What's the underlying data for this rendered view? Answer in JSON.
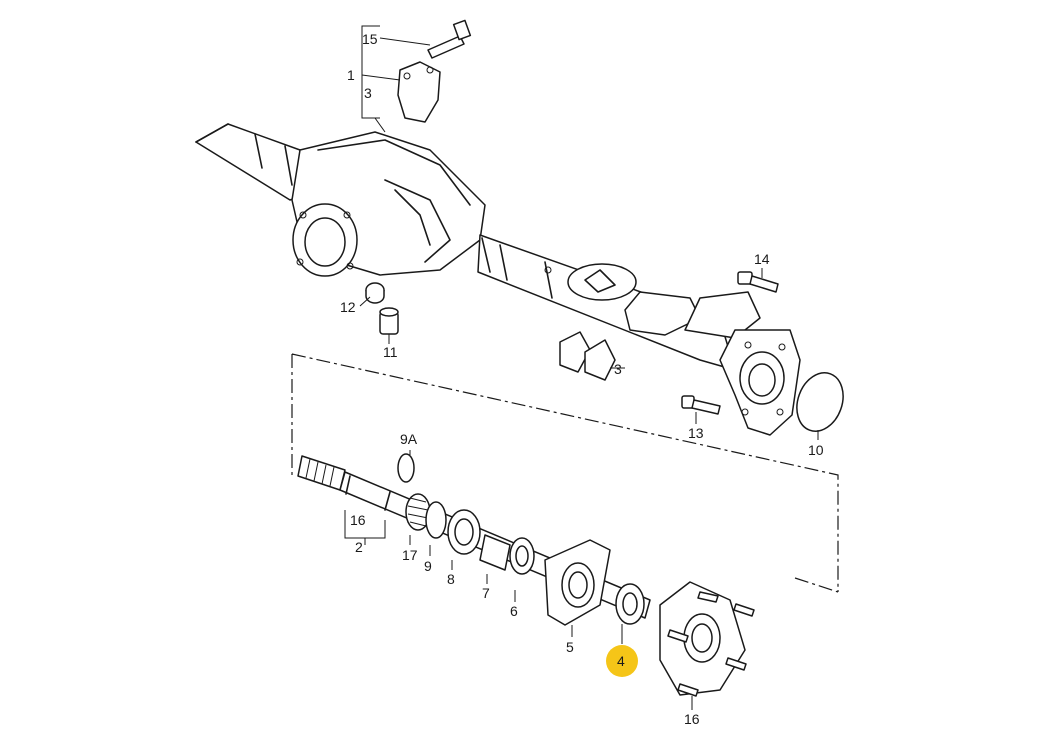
{
  "diagram": {
    "highlight_color": "#f5c518",
    "labels": [
      {
        "id": "15",
        "text": "15"
      },
      {
        "id": "1",
        "text": "1"
      },
      {
        "id": "3a",
        "text": "3"
      },
      {
        "id": "14",
        "text": "14"
      },
      {
        "id": "12",
        "text": "12"
      },
      {
        "id": "11",
        "text": "11"
      },
      {
        "id": "3b",
        "text": "3"
      },
      {
        "id": "13",
        "text": "13"
      },
      {
        "id": "10",
        "text": "10"
      },
      {
        "id": "9A",
        "text": "9A"
      },
      {
        "id": "16a",
        "text": "16"
      },
      {
        "id": "2",
        "text": "2"
      },
      {
        "id": "17",
        "text": "17"
      },
      {
        "id": "9",
        "text": "9"
      },
      {
        "id": "8",
        "text": "8"
      },
      {
        "id": "7",
        "text": "7"
      },
      {
        "id": "6",
        "text": "6"
      },
      {
        "id": "5",
        "text": "5"
      },
      {
        "id": "4",
        "text": "4"
      },
      {
        "id": "16b",
        "text": "16"
      }
    ]
  }
}
